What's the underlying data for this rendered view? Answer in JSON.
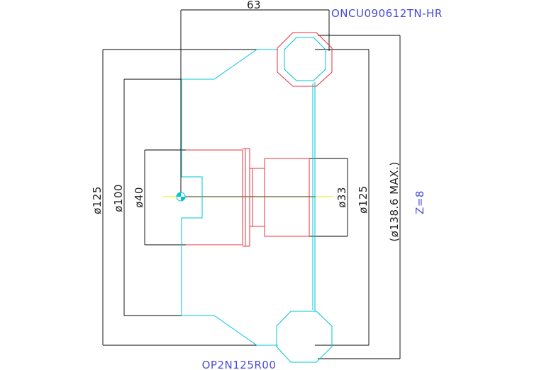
{
  "drawing": {
    "part_number": "OP2N125R00",
    "insert_code": "ONCU090612TN-HR",
    "teeth_count": "Z=8",
    "dimensions": {
      "width_top": "63",
      "dia_125_left": "ø125",
      "dia_100": "ø100",
      "dia_40": "ø40",
      "dia_33": "ø33",
      "dia_125_right": "ø125",
      "dia_max": "(ø138.6  MAX.)"
    },
    "colors": {
      "dimension": "#000000",
      "body_outline": "#00c4d6",
      "insert_outline": "#e8323c",
      "annotation_text": "#4a4adf",
      "center_axis": "#e8e800"
    }
  }
}
